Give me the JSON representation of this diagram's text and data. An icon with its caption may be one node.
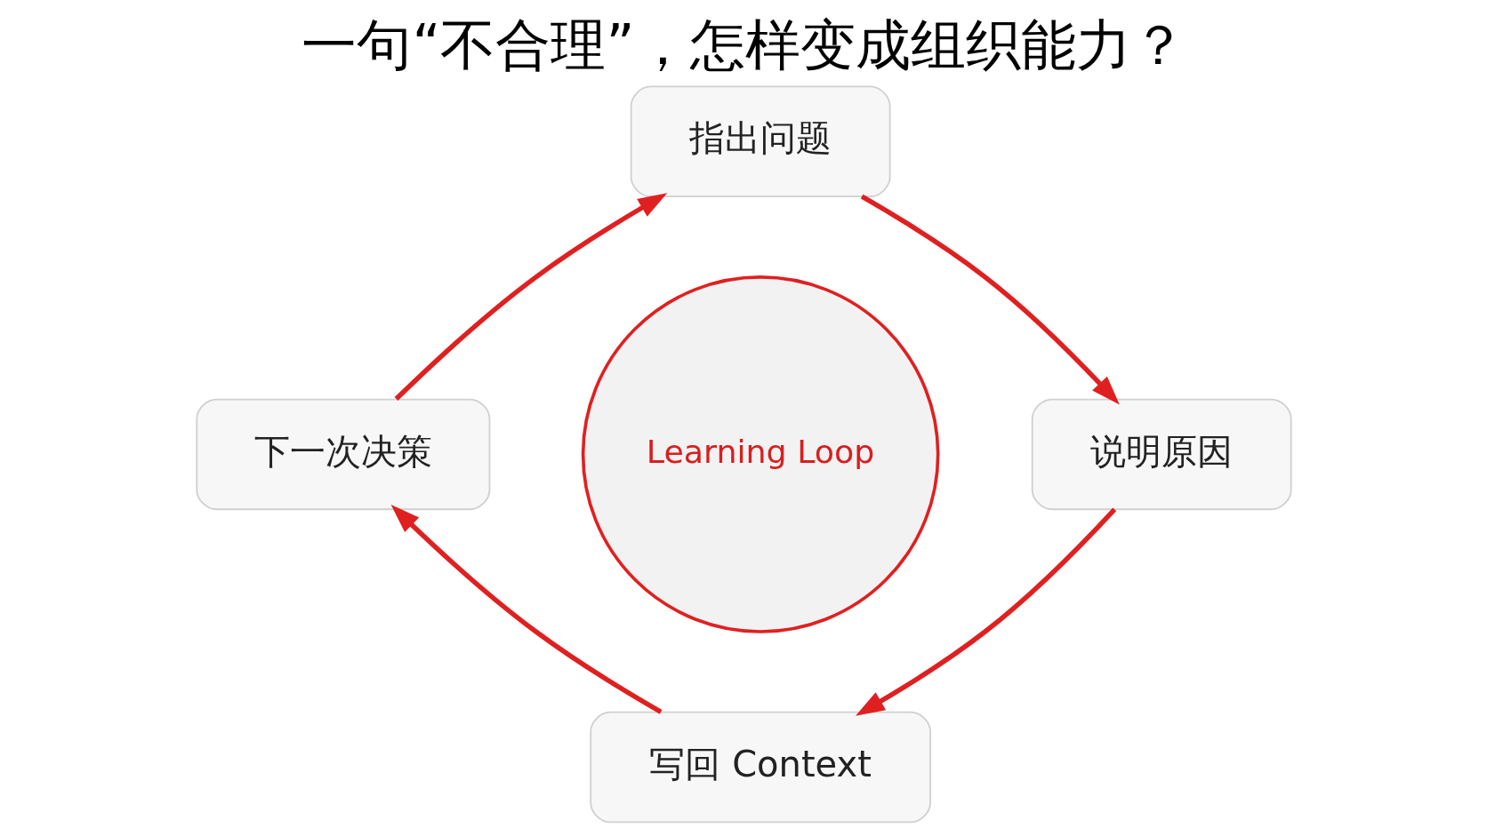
{
  "diagram": {
    "title": "一句“不合理”，怎样变成组织能力？",
    "nodes": [
      {
        "text": [
          "指出问题"
        ]
      },
      {
        "text": [
          "说明原因"
        ]
      },
      {
        "text": [
          "写回 Context"
        ]
      },
      {
        "text": [
          "下一次决策"
        ]
      },
      {
        "text": [
          "Learning Loop"
        ]
      }
    ],
    "edges": [
      {
        "from": 0,
        "to": 1,
        "arrow": "to"
      },
      {
        "from": 1,
        "to": 2,
        "arrow": "to"
      },
      {
        "from": 2,
        "to": 3,
        "arrow": "to"
      },
      {
        "from": 3,
        "to": 0,
        "arrow": "to"
      }
    ]
  }
}
